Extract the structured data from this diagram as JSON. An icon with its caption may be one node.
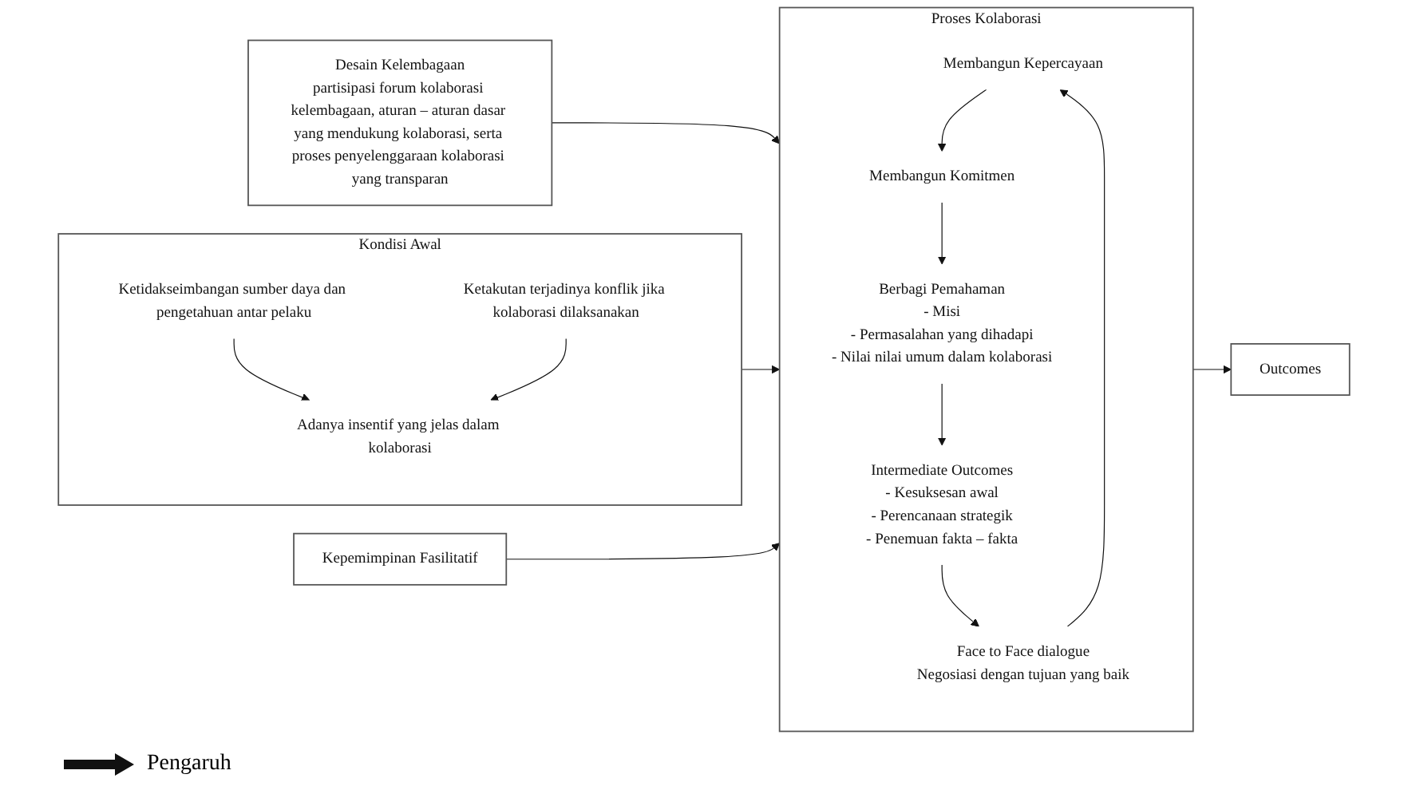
{
  "diagram": {
    "nodes": [
      {
        "text": [
          "Desain Kelembagaan",
          "partisipasi forum kolaborasi kelembagaan, aturan – aturan dasar yang mendukung kolaborasi, serta proses penyelenggaraan kolaborasi yang transparan"
        ]
      },
      {
        "text": [
          "Kondisi Awal"
        ]
      },
      {
        "text": [
          "Ketidakseimbangan sumber daya dan pengetahuan antar pelaku"
        ],
        "in": 1
      },
      {
        "text": [
          "Adanya insentif yang jelas dalam kolaborasi"
        ],
        "in": 1
      },
      {
        "text": [
          "Ketakutan terjadinya konflik jika kolaborasi dilaksanakan"
        ],
        "in": 1
      },
      {
        "text": [
          "Proses Kolaborasi"
        ]
      },
      {
        "text": [
          "Membangun Kepercayaan"
        ],
        "in": 5
      },
      {
        "text": [
          "Membangun Komitmen"
        ],
        "in": 5
      },
      {
        "text": [
          "Face to Face dialogue",
          "Negosiasi dengan tujuan yang baik"
        ],
        "in": 5
      },
      {
        "text": [
          "Intermediate Outcomes",
          "- Kesuksesan awal",
          "- Perencanaan strategik",
          "- Penemuan fakta – fakta"
        ],
        "in": 5
      },
      {
        "text": [
          "Berbagi Pemahaman",
          "- Misi",
          "- Permasalahan yang dihadapi",
          "- Nilai nilai umum dalam kolaborasi"
        ],
        "in": 5
      },
      {
        "text": [
          "Outcomes"
        ]
      },
      {
        "text": [
          "Kepemimpinan Fasilitatif"
        ]
      }
    ],
    "edges": [
      {
        "from": 0,
        "to": 5,
        "arrow": "to"
      },
      {
        "from": 2,
        "to": 3,
        "arrow": "to"
      },
      {
        "from": 4,
        "to": 3,
        "arrow": "to"
      },
      {
        "from": 1,
        "to": 5,
        "arrow": "to"
      },
      {
        "from": 6,
        "to": 7,
        "arrow": "to"
      },
      {
        "from": 7,
        "to": 10,
        "arrow": "to"
      },
      {
        "from": 10,
        "to": 9,
        "arrow": "to"
      },
      {
        "from": 9,
        "to": 8,
        "arrow": "to"
      },
      {
        "from": 8,
        "to": 6,
        "arrow": "to"
      },
      {
        "from": 12,
        "to": 5,
        "arrow": "to"
      },
      {
        "from": 5,
        "to": 11,
        "arrow": "to"
      }
    ],
    "legend": [
      {
        "text": "Pengaruh"
      }
    ]
  }
}
